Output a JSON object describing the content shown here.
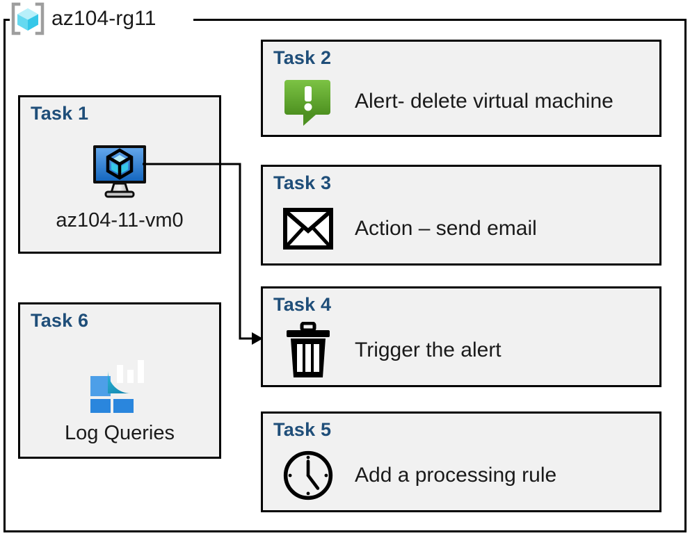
{
  "resource_group": {
    "name": "az104-rg11",
    "icon": "azure-resource-group-icon"
  },
  "cards": {
    "task1": {
      "title": "Task 1",
      "label": "az104-11-vm0",
      "icon": "virtual-machine-icon"
    },
    "task2": {
      "title": "Task 2",
      "label": "Alert- delete virtual machine",
      "icon": "alert-bubble-icon"
    },
    "task3": {
      "title": "Task 3",
      "label": "Action – send email",
      "icon": "envelope-icon"
    },
    "task4": {
      "title": "Task 4",
      "label": "Trigger the alert",
      "icon": "trash-icon"
    },
    "task5": {
      "title": "Task 5",
      "label": "Add a processing rule",
      "icon": "clock-icon"
    },
    "task6": {
      "title": "Task 6",
      "label": "Log Queries",
      "icon": "log-analytics-icon"
    }
  },
  "connector": {
    "from": "task1",
    "to": "task4",
    "arrow": "arrowhead-right"
  },
  "colors": {
    "task_heading": "#1F4E79",
    "card_background": "#f1f1f1",
    "card_border": "#000000",
    "alert_green_light": "#7ac143",
    "alert_green_dark": "#4e9122",
    "vm_blue_light": "#5a9ee6",
    "vm_blue_dark": "#1d6fc4",
    "log_cyan": "#32cdea",
    "log_teal": "#0f7fa8",
    "log_blue_square": "#2a8ae0",
    "rg_cube_cyan": "#8ae8f7",
    "rg_bracket_gray": "#9e9e9e"
  }
}
